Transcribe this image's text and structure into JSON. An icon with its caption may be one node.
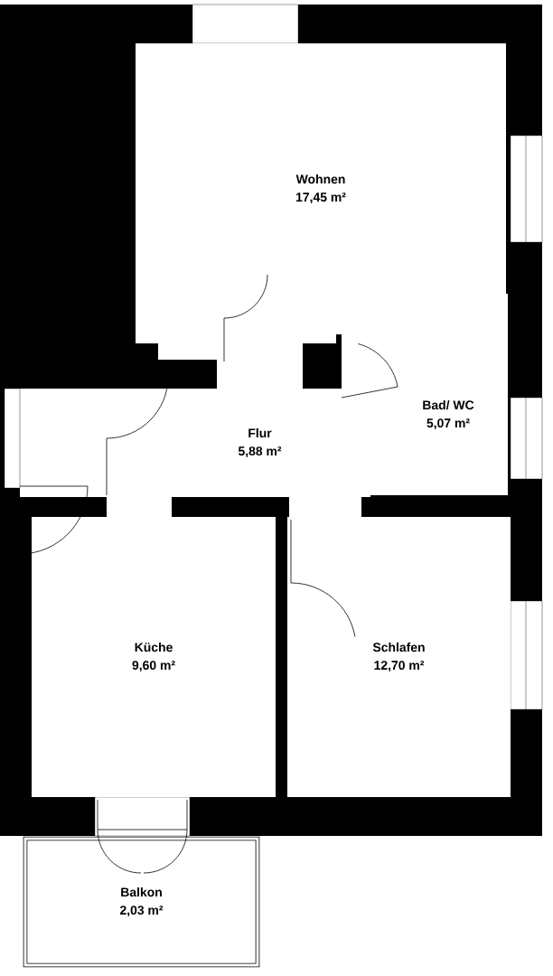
{
  "diagram": {
    "nodes": [
      {
        "text": [
          "Wohnen",
          "17,45 m²"
        ]
      },
      {
        "text": [
          "Bad/ WC",
          "5,07 m²"
        ]
      },
      {
        "text": [
          "Flur",
          "5,88 m²"
        ]
      },
      {
        "text": [
          "Küche",
          "9,60 m²"
        ]
      },
      {
        "text": [
          "Schlafen",
          "12,70 m²"
        ]
      },
      {
        "text": [
          "Balkon",
          "2,03 m²"
        ]
      }
    ]
  }
}
